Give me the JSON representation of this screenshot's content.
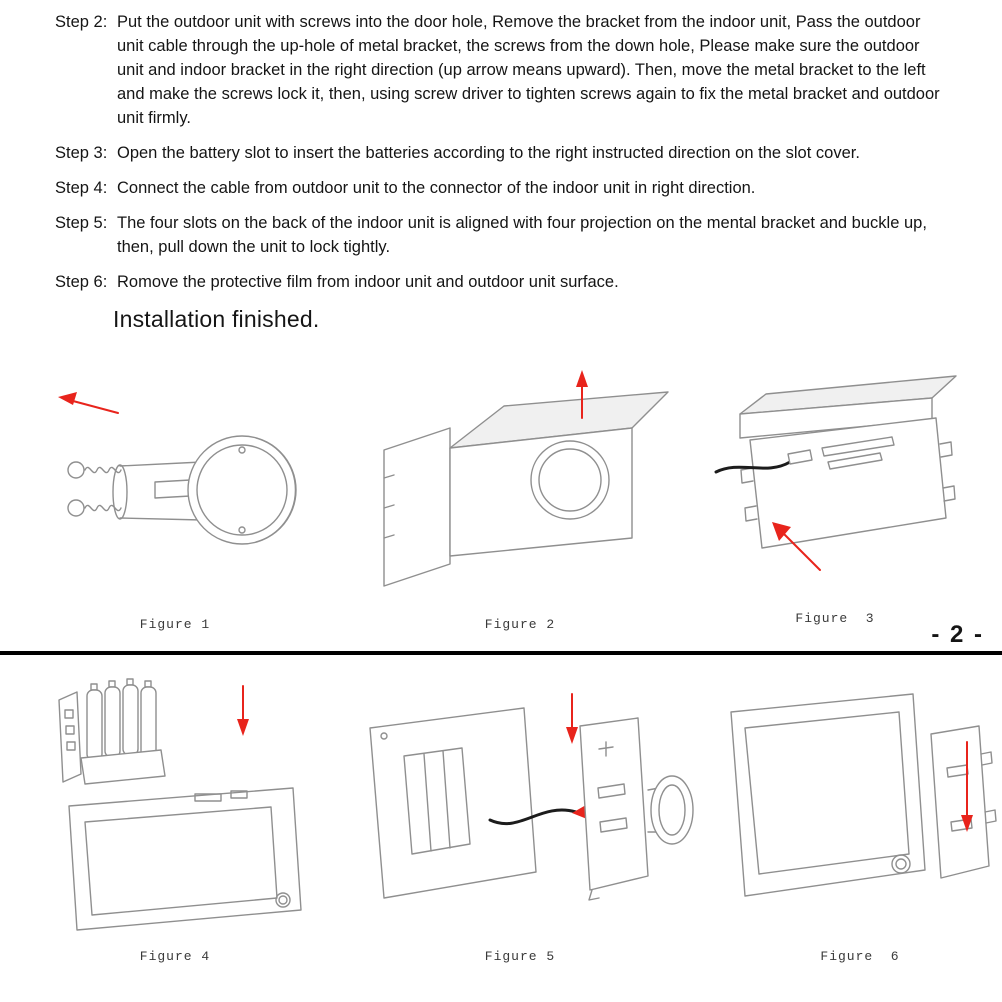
{
  "colors": {
    "arrow_red": "#e8241c",
    "line_gray": "#8f8f8f",
    "divider_black": "#000000"
  },
  "steps": [
    {
      "label": "Step 2:",
      "text": "Put the outdoor unit with screws into the door hole, Remove the bracket from the indoor unit, Pass the outdoor unit cable through the up-hole of metal bracket, the screws from the down hole, Please make sure the outdoor unit and indoor bracket in the right direction (up arrow means upward). Then, move the metal bracket to the left and make the screws lock it, then, using screw driver to tighten screws again to fix the metal bracket and outdoor unit firmly."
    },
    {
      "label": "Step 3:",
      "text": "Open the battery slot to insert the batteries according to the right instructed direction on the slot cover."
    },
    {
      "label": "Step 4:",
      "text": "Connect the cable from outdoor unit to the connector of the indoor unit in right direction."
    },
    {
      "label": "Step 5:",
      "text": "The four slots on the back of the indoor unit is aligned with four projection on the mental bracket and buckle up, then, pull down the unit to lock tightly."
    },
    {
      "label": "Step 6:",
      "text": "Romove the protective film from indoor unit and outdoor unit surface."
    }
  ],
  "finished_text": "Installation finished.",
  "figures": [
    {
      "caption": "Figure 1"
    },
    {
      "caption": "Figure 2"
    },
    {
      "caption": "Figure  3"
    },
    {
      "caption": "Figure 4"
    },
    {
      "caption": "Figure 5"
    },
    {
      "caption": "Figure  6"
    }
  ],
  "page": {
    "number": "- 2 -"
  }
}
